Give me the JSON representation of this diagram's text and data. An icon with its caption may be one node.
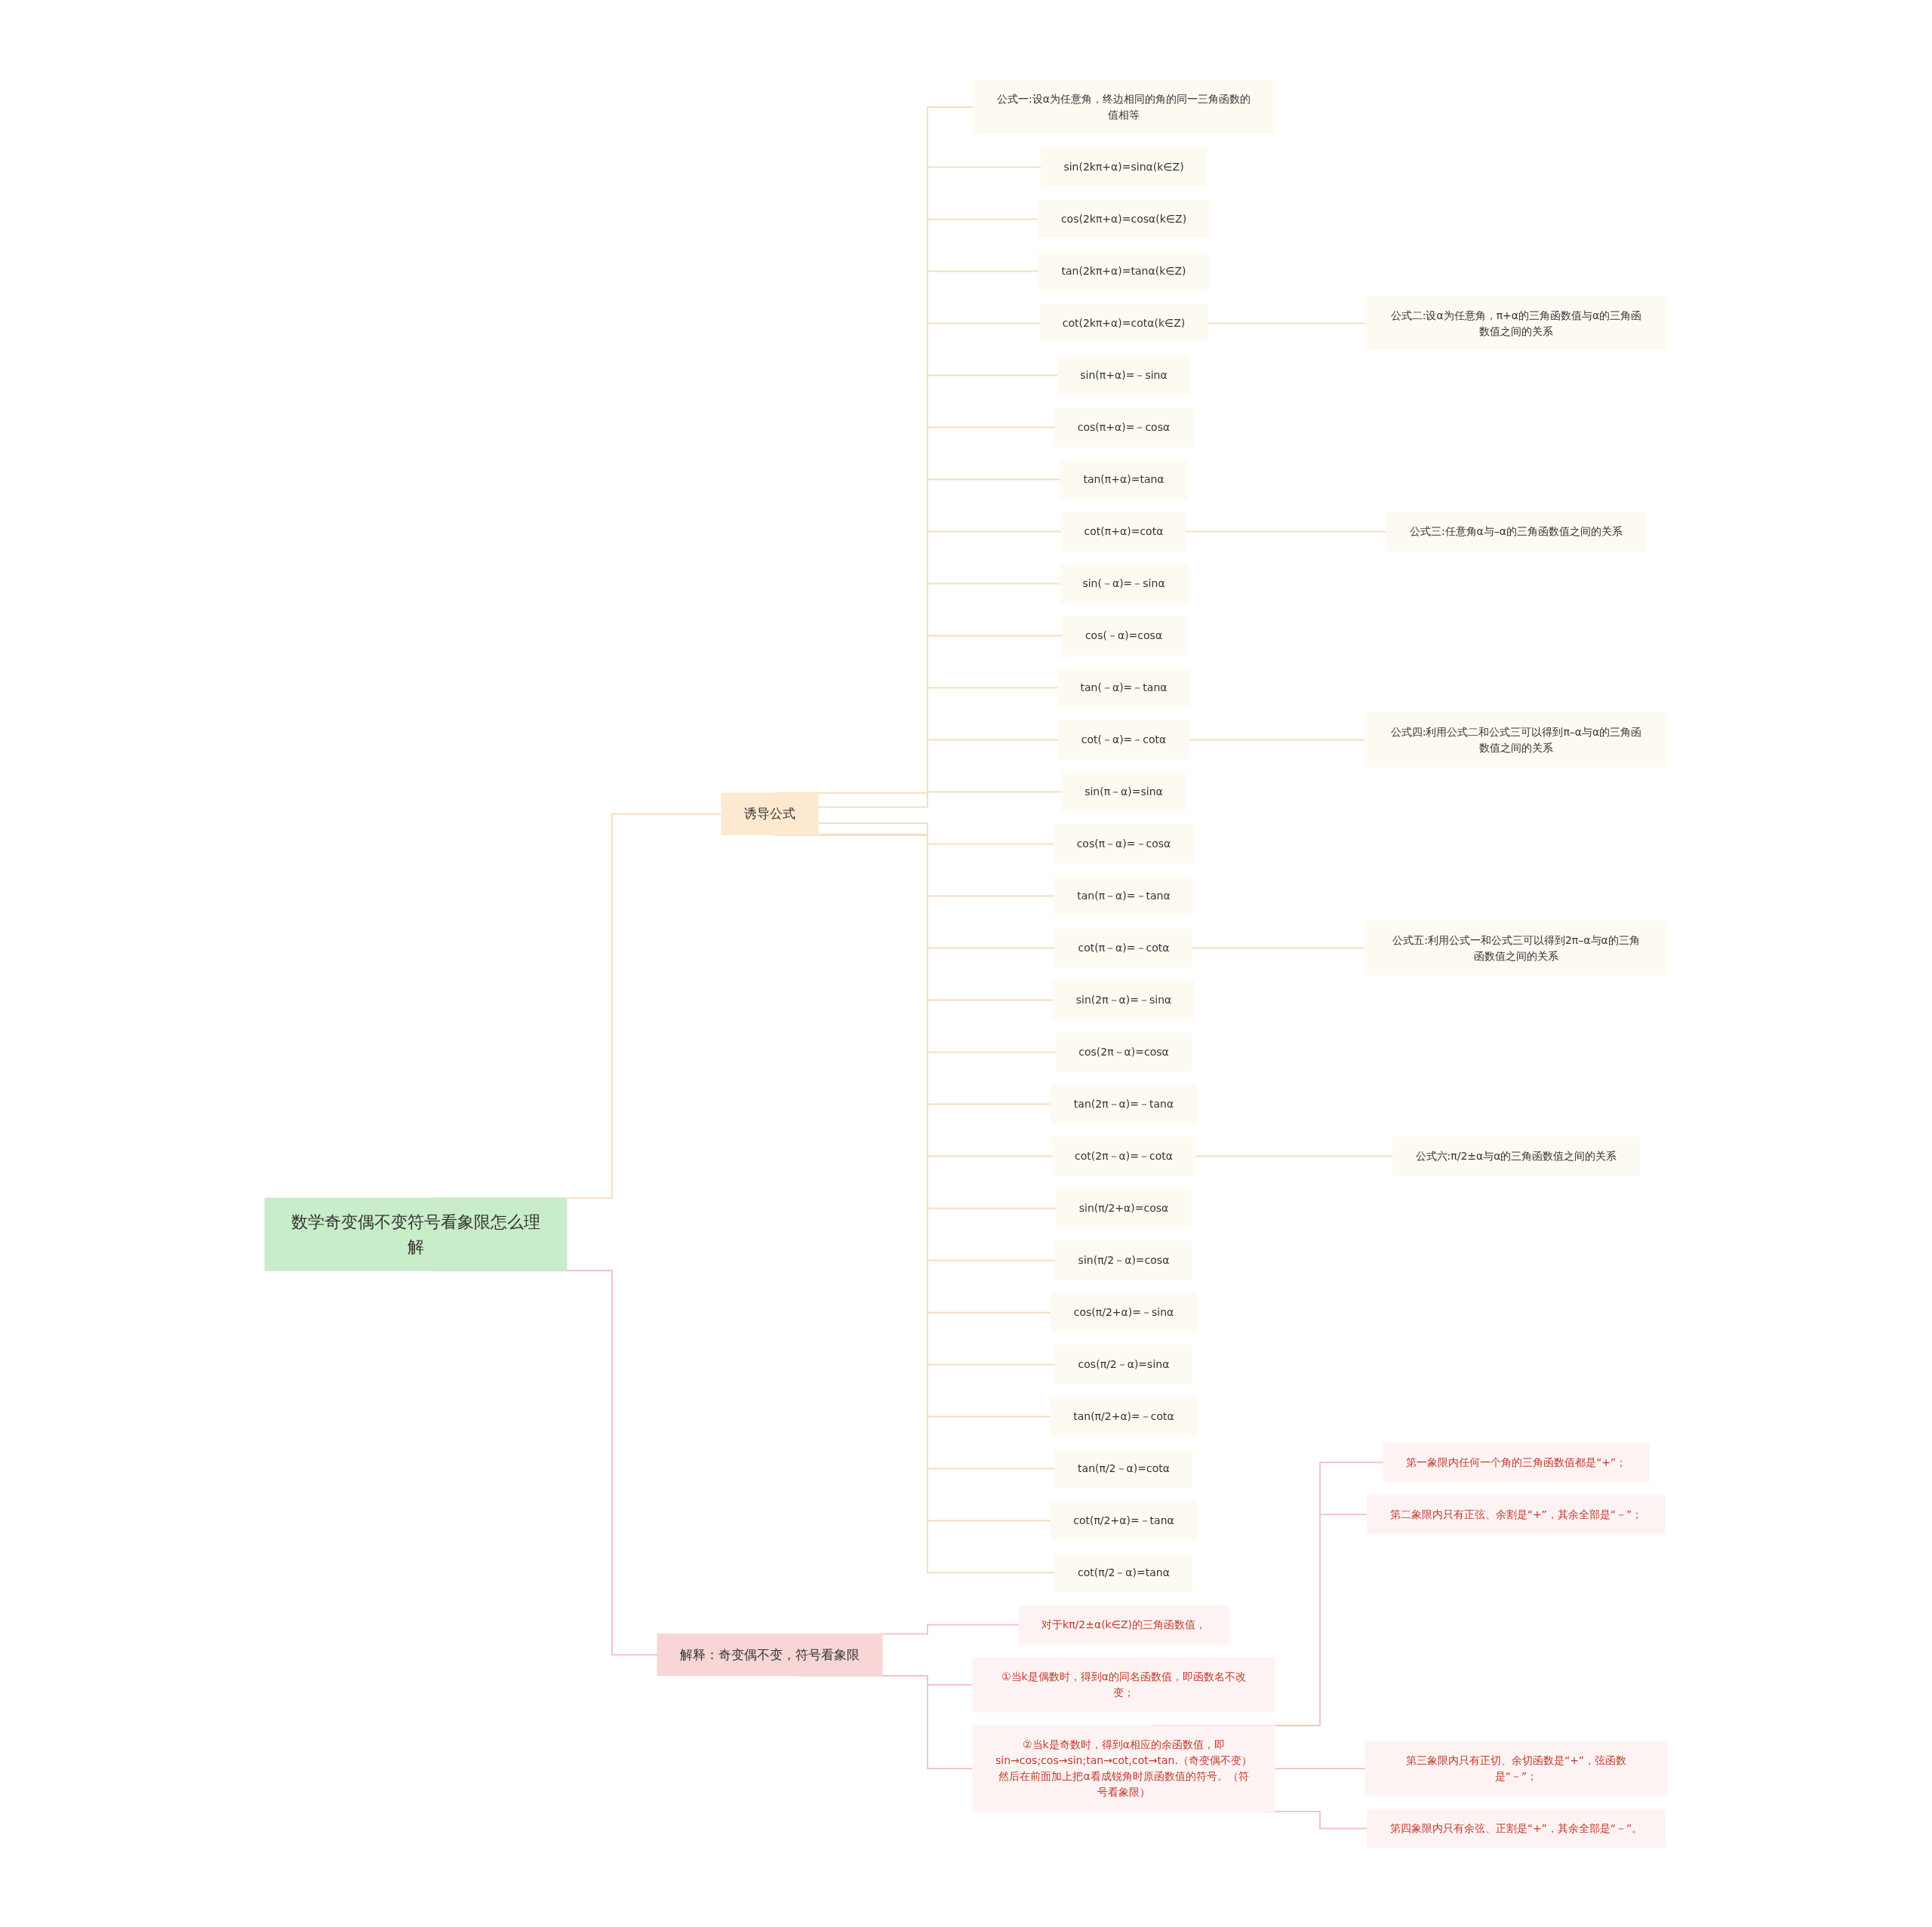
{
  "diagram": {
    "nodes": [
      {
        "text": [
          "数学奇变偶不变符号看象限怎么理解"
        ]
      },
      {
        "text": [
          "诱导公式"
        ]
      },
      {
        "text": [
          "公式一:设α为任意角，终边相同的角的同一三角函数的值相等"
        ]
      },
      {
        "text": [
          "sin(2kπ+α)=sinα(k∈Z)"
        ]
      },
      {
        "text": [
          "cos(2kπ+α)=cosα(k∈Z)"
        ]
      },
      {
        "text": [
          "tan(2kπ+α)=tanα(k∈Z)"
        ]
      },
      {
        "text": [
          "公式二:设α为任意角，π+α的三角函数值与α的三角函数值之间的关系"
        ]
      },
      {
        "text": [
          "cot(2kπ+α)=cotα(k∈Z)"
        ]
      },
      {
        "text": [
          "sin(π+α)=－sinα"
        ]
      },
      {
        "text": [
          "cos(π+α)=－cosα"
        ]
      },
      {
        "text": [
          "tan(π+α)=tanα"
        ]
      },
      {
        "text": [
          "公式三:任意角α与–α的三角函数值之间的关系"
        ]
      },
      {
        "text": [
          "cot(π+α)=cotα"
        ]
      },
      {
        "text": [
          "sin(－α)=－sinα"
        ]
      },
      {
        "text": [
          "cos(－α)=cosα"
        ]
      },
      {
        "text": [
          "tan(－α)=－tanα"
        ]
      },
      {
        "text": [
          "公式四:利用公式二和公式三可以得到π–α与α的三角函数值之间的关系"
        ]
      },
      {
        "text": [
          "cot(－α)=－cotα"
        ]
      },
      {
        "text": [
          "sin(π－α)=sinα"
        ]
      },
      {
        "text": [
          "cos(π－α)=－cosα"
        ]
      },
      {
        "text": [
          "tan(π－α)=－tanα"
        ]
      },
      {
        "text": [
          "公式五:利用公式一和公式三可以得到2π–α与α的三角函数值之间的关系"
        ]
      },
      {
        "text": [
          "cot(π－α)=－cotα"
        ]
      },
      {
        "text": [
          "sin(2π－α)=－sinα"
        ]
      },
      {
        "text": [
          "cos(2π－α)=cosα"
        ]
      },
      {
        "text": [
          "tan(2π－α)=－tanα"
        ]
      },
      {
        "text": [
          "公式六:π/2±α与α的三角函数值之间的关系"
        ]
      },
      {
        "text": [
          "cot(2π－α)=－cotα"
        ]
      },
      {
        "text": [
          "sin(π/2+α)=cosα"
        ]
      },
      {
        "text": [
          "sin(π/2－α)=cosα"
        ]
      },
      {
        "text": [
          "cos(π/2+α)=－sinα"
        ]
      },
      {
        "text": [
          "cos(π/2－α)=sinα"
        ]
      },
      {
        "text": [
          "tan(π/2+α)=－cotα"
        ]
      },
      {
        "text": [
          "tan(π/2－α)=cotα"
        ]
      },
      {
        "text": [
          "cot(π/2+α)=－tanα"
        ]
      },
      {
        "text": [
          "cot(π/2－α)=tanα"
        ]
      },
      {
        "text": [
          "解释：奇变偶不变，符号看象限"
        ]
      },
      {
        "text": [
          "对于kπ/2±α(k∈Z)的三角函数值，"
        ]
      },
      {
        "text": [
          "①当k是偶数时，得到α的同名函数值，即函数名不改变；"
        ]
      },
      {
        "text": [
          "②当k是奇数时，得到α相应的余函数值，即sin→cos;cos→sin;tan→cot,cot→tan.（奇变偶不变）然后在前面加上把α看成锐角时原函数值的符号。（符号看象限）"
        ]
      },
      {
        "text": [
          "第一象限内任何一个角的三角函数值都是“+”；"
        ]
      },
      {
        "text": [
          "第二象限内只有正弦、余割是“+”，其余全部是“－”；"
        ]
      },
      {
        "text": [
          "第三象限内只有正切、余切函数是“+”，弦函数是“－”；"
        ]
      },
      {
        "text": [
          "第四象限内只有余弦、正割是“+”，其余全部是“－”。"
        ]
      }
    ],
    "edges": [
      {
        "from": 0,
        "to": 1,
        "arrow": "none"
      },
      {
        "from": 1,
        "to": 2,
        "arrow": "none"
      },
      {
        "from": 1,
        "to": 3,
        "arrow": "none"
      },
      {
        "from": 1,
        "to": 4,
        "arrow": "none"
      },
      {
        "from": 1,
        "to": 5,
        "arrow": "none"
      },
      {
        "from": 1,
        "to": 7,
        "arrow": "none"
      },
      {
        "from": 7,
        "to": 6,
        "arrow": "none"
      },
      {
        "from": 1,
        "to": 8,
        "arrow": "none"
      },
      {
        "from": 1,
        "to": 9,
        "arrow": "none"
      },
      {
        "from": 1,
        "to": 10,
        "arrow": "none"
      },
      {
        "from": 1,
        "to": 12,
        "arrow": "none"
      },
      {
        "from": 12,
        "to": 11,
        "arrow": "none"
      },
      {
        "from": 1,
        "to": 13,
        "arrow": "none"
      },
      {
        "from": 1,
        "to": 14,
        "arrow": "none"
      },
      {
        "from": 1,
        "to": 15,
        "arrow": "none"
      },
      {
        "from": 1,
        "to": 17,
        "arrow": "none"
      },
      {
        "from": 17,
        "to": 16,
        "arrow": "none"
      },
      {
        "from": 1,
        "to": 18,
        "arrow": "none"
      },
      {
        "from": 1,
        "to": 19,
        "arrow": "none"
      },
      {
        "from": 1,
        "to": 20,
        "arrow": "none"
      },
      {
        "from": 1,
        "to": 22,
        "arrow": "none"
      },
      {
        "from": 22,
        "to": 21,
        "arrow": "none"
      },
      {
        "from": 1,
        "to": 23,
        "arrow": "none"
      },
      {
        "from": 1,
        "to": 24,
        "arrow": "none"
      },
      {
        "from": 1,
        "to": 25,
        "arrow": "none"
      },
      {
        "from": 1,
        "to": 27,
        "arrow": "none"
      },
      {
        "from": 27,
        "to": 26,
        "arrow": "none"
      },
      {
        "from": 1,
        "to": 28,
        "arrow": "none"
      },
      {
        "from": 1,
        "to": 29,
        "arrow": "none"
      },
      {
        "from": 1,
        "to": 30,
        "arrow": "none"
      },
      {
        "from": 1,
        "to": 31,
        "arrow": "none"
      },
      {
        "from": 1,
        "to": 32,
        "arrow": "none"
      },
      {
        "from": 1,
        "to": 33,
        "arrow": "none"
      },
      {
        "from": 1,
        "to": 34,
        "arrow": "none"
      },
      {
        "from": 1,
        "to": 35,
        "arrow": "none"
      },
      {
        "from": 0,
        "to": 36,
        "arrow": "none",
        "color": "#f4c4c4"
      },
      {
        "from": 36,
        "to": 37,
        "arrow": "none",
        "color": "#f4c4c4"
      },
      {
        "from": 36,
        "to": 38,
        "arrow": "none",
        "color": "#f4c4c4"
      },
      {
        "from": 36,
        "to": 39,
        "arrow": "none",
        "color": "#f4c4c4"
      },
      {
        "from": 39,
        "to": 40,
        "arrow": "none",
        "color": "#f4c4c4"
      },
      {
        "from": 39,
        "to": 41,
        "arrow": "none",
        "color": "#f4c4c4"
      },
      {
        "from": 39,
        "to": 42,
        "arrow": "none",
        "color": "#f4c4c4"
      },
      {
        "from": 39,
        "to": 43,
        "arrow": "none",
        "color": "#f4c4c4"
      }
    ]
  }
}
